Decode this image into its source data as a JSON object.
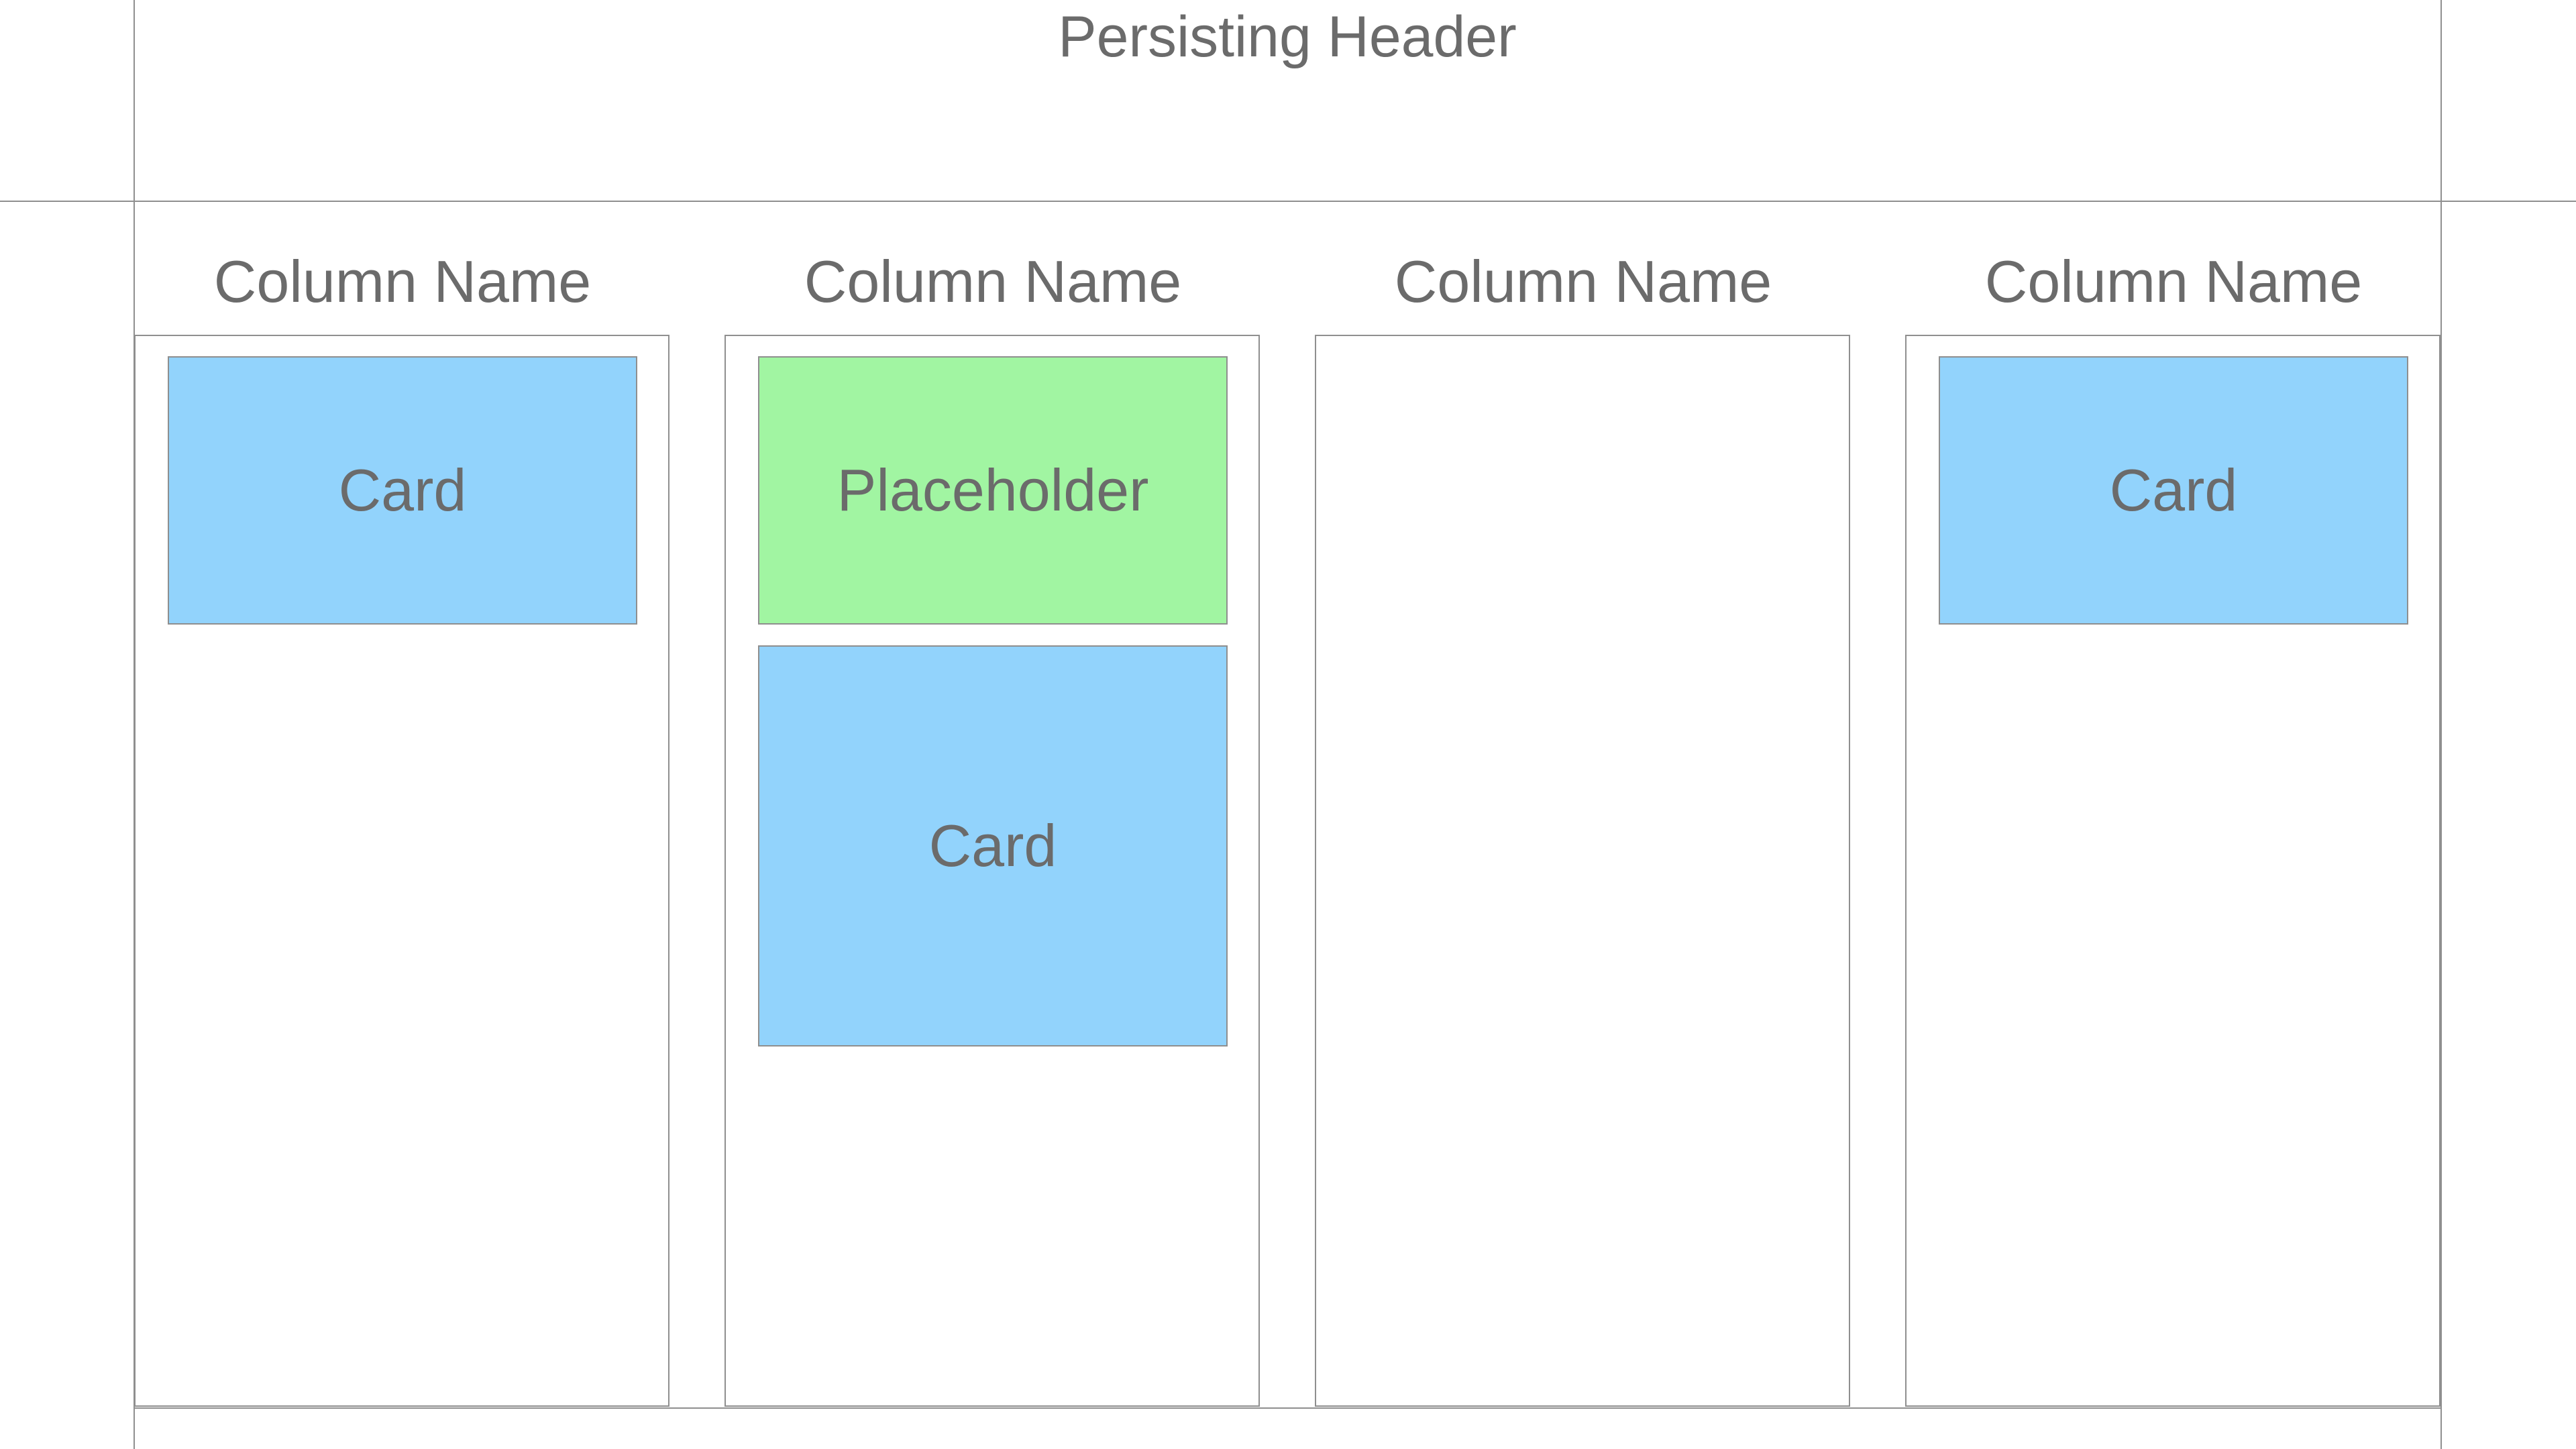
{
  "header": {
    "title": "Persisting Header"
  },
  "columns": [
    {
      "title": "Column Name",
      "cards": [
        {
          "label": "Card",
          "kind": "card",
          "color": "#92d3fc"
        }
      ]
    },
    {
      "title": "Column Name",
      "cards": [
        {
          "label": "Placeholder",
          "kind": "placeholder",
          "color": "#a1f5a2"
        },
        {
          "label": "Card",
          "kind": "card",
          "color": "#92d3fc"
        }
      ]
    },
    {
      "title": "Column Name",
      "cards": []
    },
    {
      "title": "Column Name",
      "cards": [
        {
          "label": "Card",
          "kind": "card",
          "color": "#92d3fc"
        }
      ]
    }
  ],
  "colors": {
    "text": "#6b6b6b",
    "border": "#8f8f8f",
    "card": "#92d3fc",
    "placeholder": "#a1f5a2"
  }
}
